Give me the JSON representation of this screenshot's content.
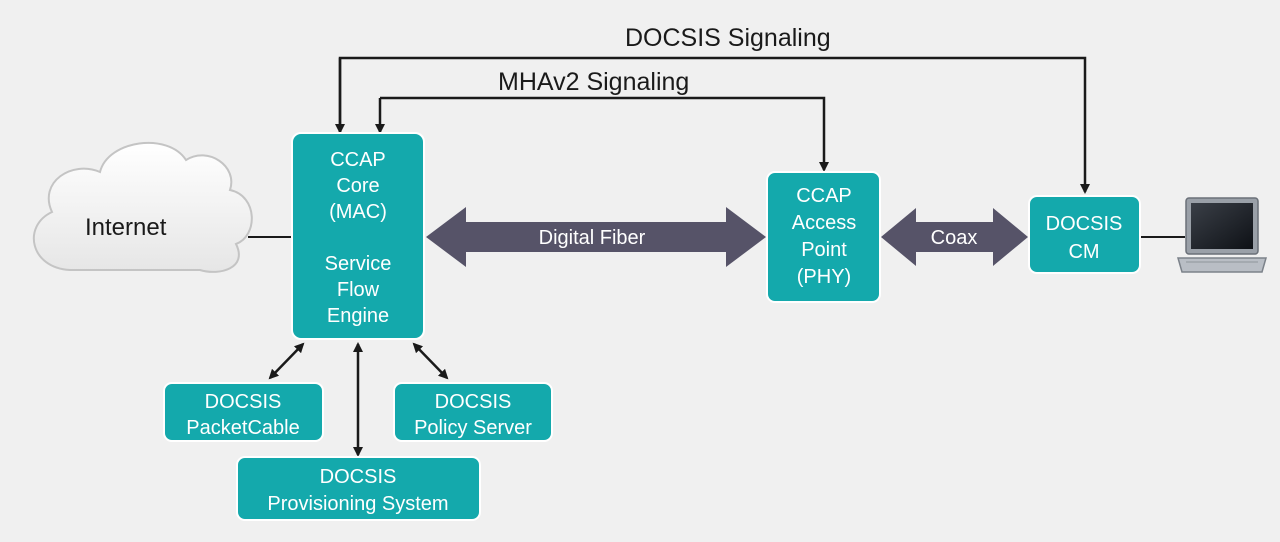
{
  "signals": {
    "docsis": "DOCSIS Signaling",
    "mhav2": "MHAv2 Signaling"
  },
  "cloud": {
    "label": "Internet"
  },
  "core": {
    "line1": "CCAP",
    "line2": "Core",
    "line3": "(MAC)",
    "line4": "Service",
    "line5": "Flow",
    "line6": "Engine"
  },
  "access_point": {
    "line1": "CCAP",
    "line2": "Access",
    "line3": "Point",
    "line4": "(PHY)"
  },
  "cm": {
    "line1": "DOCSIS",
    "line2": "CM"
  },
  "links": {
    "fiber": "Digital Fiber",
    "coax": "Coax"
  },
  "packetcable": {
    "line1": "DOCSIS",
    "line2": "PacketCable"
  },
  "policy": {
    "line1": "DOCSIS",
    "line2": "Policy Server"
  },
  "provisioning": {
    "line1": "DOCSIS",
    "line2": "Provisioning System"
  },
  "colors": {
    "box_fill": "#14a9ac",
    "box_stroke": "#ffffff",
    "big_arrow": "#565368",
    "background": "#f0f0f0"
  },
  "icons": {
    "endpoint": "laptop-icon",
    "internet": "cloud-icon"
  }
}
